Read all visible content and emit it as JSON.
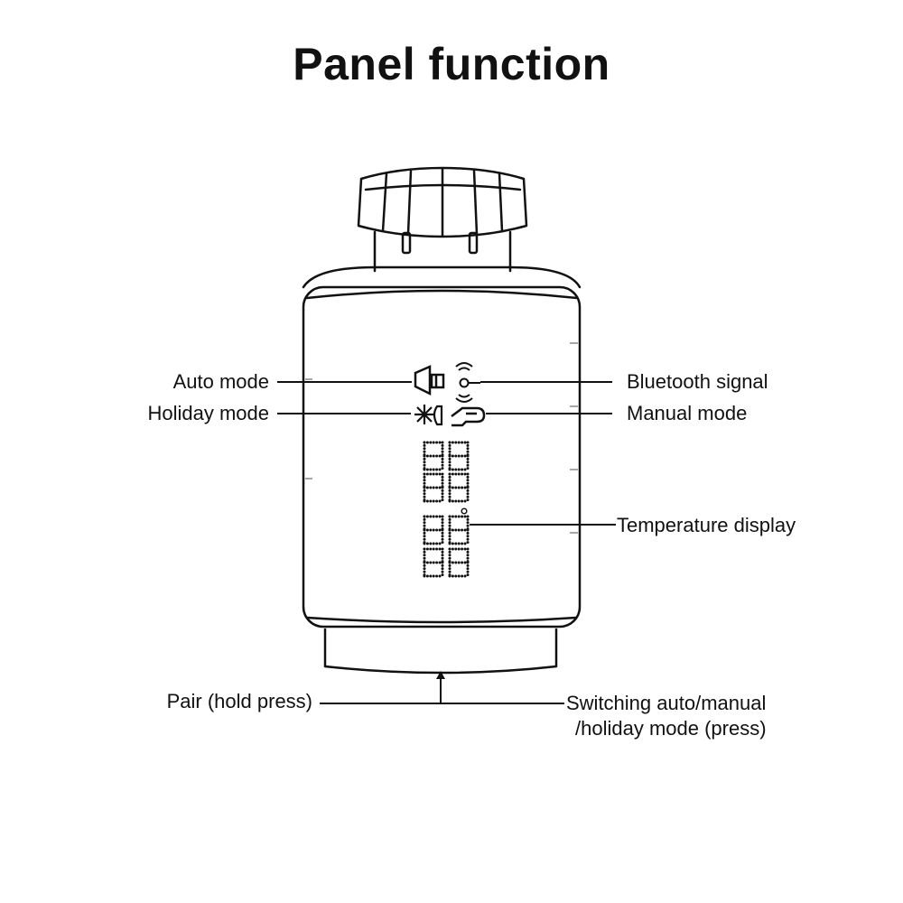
{
  "title": "Panel function",
  "labels": {
    "auto_mode": "Auto mode",
    "holiday_mode": "Holiday mode",
    "bluetooth_signal": "Bluetooth signal",
    "manual_mode": "Manual mode",
    "temperature_display": "Temperature display",
    "pair": "Pair (hold press)",
    "switching_line1": "Switching auto/manual",
    "switching_line2": "/holiday mode (press)"
  },
  "icons": {
    "auto": "auto-mode-icon",
    "holiday": "holiday-mode-icon",
    "bluetooth": "bluetooth-signal-icon",
    "manual": "manual-mode-hand-icon"
  }
}
